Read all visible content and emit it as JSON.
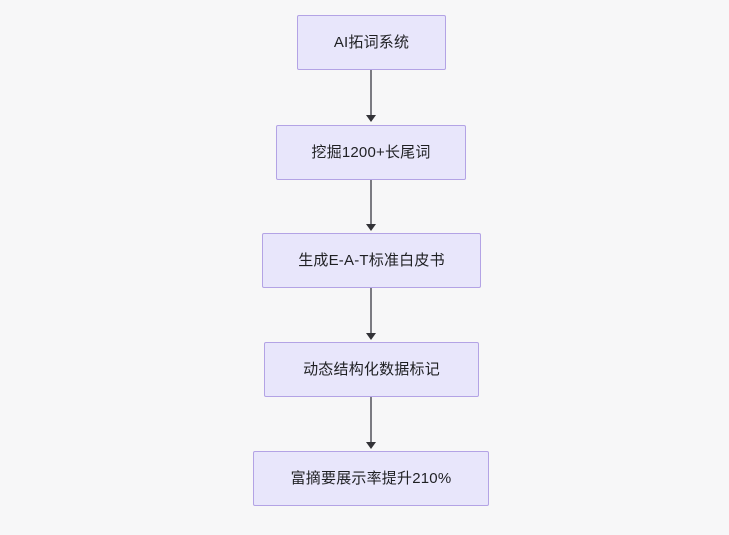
{
  "diagram": {
    "type": "flowchart",
    "orientation": "top-to-bottom",
    "background_color": "#f7f7f8",
    "node_fill_color": "#e8e6fb",
    "node_border_color": "#b3a3e5",
    "node_text_color": "#1f2023",
    "edge_color": "#7b7b82",
    "arrowhead_color": "#333338",
    "nodes": [
      {
        "id": "n0",
        "label": "AI拓词系统"
      },
      {
        "id": "n1",
        "label": "挖掘1200+长尾词"
      },
      {
        "id": "n2",
        "label": "生成E-A-T标准白皮书"
      },
      {
        "id": "n3",
        "label": "动态结构化数据标记"
      },
      {
        "id": "n4",
        "label": "富摘要展示率提升210%"
      }
    ],
    "edges": [
      {
        "from": "n0",
        "to": "n1",
        "label": ""
      },
      {
        "from": "n1",
        "to": "n2",
        "label": ""
      },
      {
        "from": "n2",
        "to": "n3",
        "label": ""
      },
      {
        "from": "n3",
        "to": "n4",
        "label": ""
      }
    ]
  }
}
